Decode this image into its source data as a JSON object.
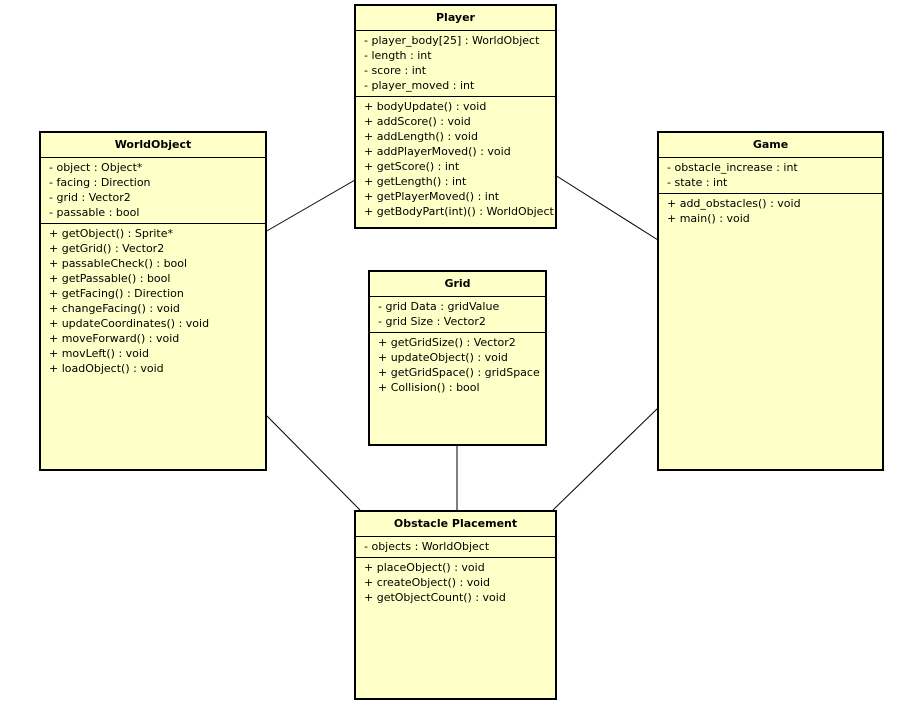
{
  "classes": {
    "player": {
      "name": "Player",
      "attributes": [
        "- player_body[25] : WorldObject",
        "- length : int",
        "- score : int",
        "- player_moved : int"
      ],
      "methods": [
        "+ bodyUpdate() : void",
        "+ addScore() : void",
        "+ addLength() : void",
        "+ addPlayerMoved() : void",
        "+ getScore() : int",
        "+ getLength() : int",
        "+ getPlayerMoved() : int",
        "+ getBodyPart(int)() : WorldObject"
      ]
    },
    "world_object": {
      "name": "WorldObject",
      "attributes": [
        "- object : Object*",
        "- facing : Direction",
        "- grid : Vector2",
        "- passable : bool"
      ],
      "methods": [
        "+ getObject() : Sprite*",
        "+ getGrid() : Vector2",
        "+ passableCheck() : bool",
        "+ getPassable() : bool",
        "+ getFacing() : Direction",
        "+ changeFacing() : void",
        "+ updateCoordinates() : void",
        "+ moveForward() : void",
        "+ movLeft() : void",
        "+ loadObject() : void"
      ]
    },
    "game": {
      "name": "Game",
      "attributes": [
        "- obstacle_increase : int",
        "- state : int"
      ],
      "methods": [
        "+ add_obstacles() : void",
        "+ main() : void"
      ]
    },
    "grid": {
      "name": "Grid",
      "attributes": [
        "- grid Data : gridValue",
        "- grid Size : Vector2"
      ],
      "methods": [
        "+ getGridSize() : Vector2",
        "+ updateObject() : void",
        "+ getGridSpace() : gridSpace",
        "+ Collision() : bool"
      ]
    },
    "obstacle_placement": {
      "name": "Obstacle Placement",
      "attributes": [
        "- objects : WorldObject"
      ],
      "methods": [
        "+ placeObject() : void",
        "+ createObject() : void",
        "+ getObjectCount() : void"
      ]
    }
  },
  "associations": [
    {
      "from": "world_object",
      "to": "player"
    },
    {
      "from": "player",
      "to": "game"
    },
    {
      "from": "world_object",
      "to": "obstacle_placement"
    },
    {
      "from": "grid",
      "to": "obstacle_placement"
    },
    {
      "from": "game",
      "to": "obstacle_placement"
    }
  ],
  "colors": {
    "class_fill": "#ffffc8",
    "border": "#000000",
    "background": "#ffffff"
  }
}
